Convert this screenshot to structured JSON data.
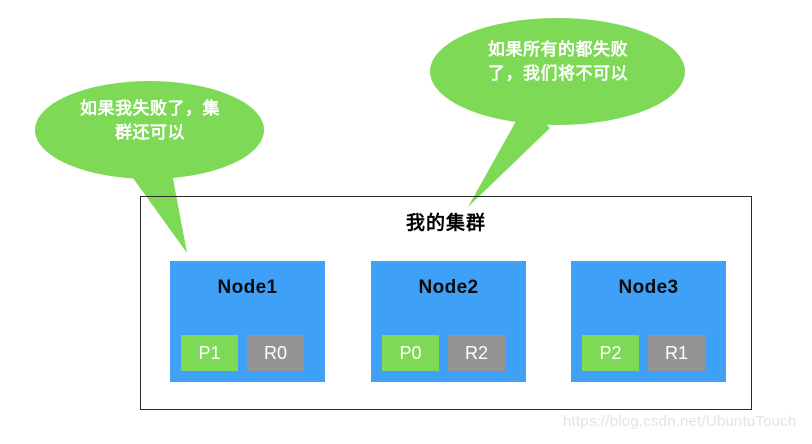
{
  "diagram": {
    "title": "我的集群",
    "callouts": [
      {
        "id": "left",
        "text": "如果我失败了，集\n群还可以",
        "fill": "#7ed957",
        "text_color": "#ffffff"
      },
      {
        "id": "right",
        "text": "如果所有的都失败\n了，我们将不可以",
        "fill": "#7ed957",
        "text_color": "#ffffff"
      }
    ],
    "nodes": [
      {
        "label": "Node1",
        "color": "#3fa0f7",
        "shards": [
          {
            "label": "P1",
            "role": "primary",
            "color": "#7ed957"
          },
          {
            "label": "R0",
            "role": "replica",
            "color": "#949494"
          }
        ]
      },
      {
        "label": "Node2",
        "color": "#3fa0f7",
        "shards": [
          {
            "label": "P0",
            "role": "primary",
            "color": "#7ed957"
          },
          {
            "label": "R2",
            "role": "replica",
            "color": "#949494"
          }
        ]
      },
      {
        "label": "Node3",
        "color": "#3fa0f7",
        "shards": [
          {
            "label": "P2",
            "role": "primary",
            "color": "#7ed957"
          },
          {
            "label": "R1",
            "role": "replica",
            "color": "#949494"
          }
        ]
      }
    ],
    "watermark": "https://blog.csdn.net/UbuntuTouch"
  }
}
